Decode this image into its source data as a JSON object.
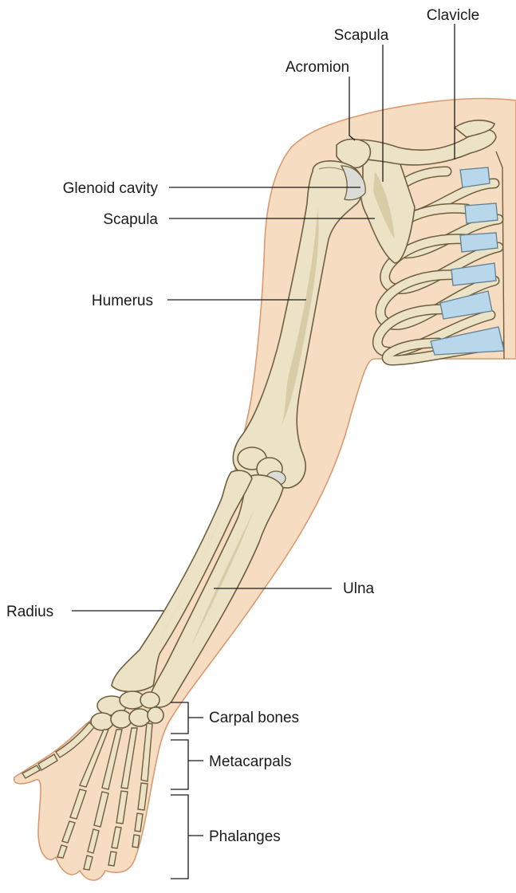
{
  "labels": {
    "clavicle": "Clavicle",
    "scapula_top": "Scapula",
    "acromion": "Acromion",
    "glenoid_cavity": "Glenoid cavity",
    "scapula_side": "Scapula",
    "humerus": "Humerus",
    "ulna": "Ulna",
    "radius": "Radius",
    "carpal_bones": "Carpal bones",
    "metacarpals": "Metacarpals",
    "phalanges": "Phalanges"
  },
  "colors": {
    "skin": "#f6dcc0",
    "skin_outline": "#d99a72",
    "bone": "#ece3c6",
    "bone_outline": "#6d5f3f",
    "cartilage": "#b9d7ea",
    "text": "#1a1a1a"
  }
}
